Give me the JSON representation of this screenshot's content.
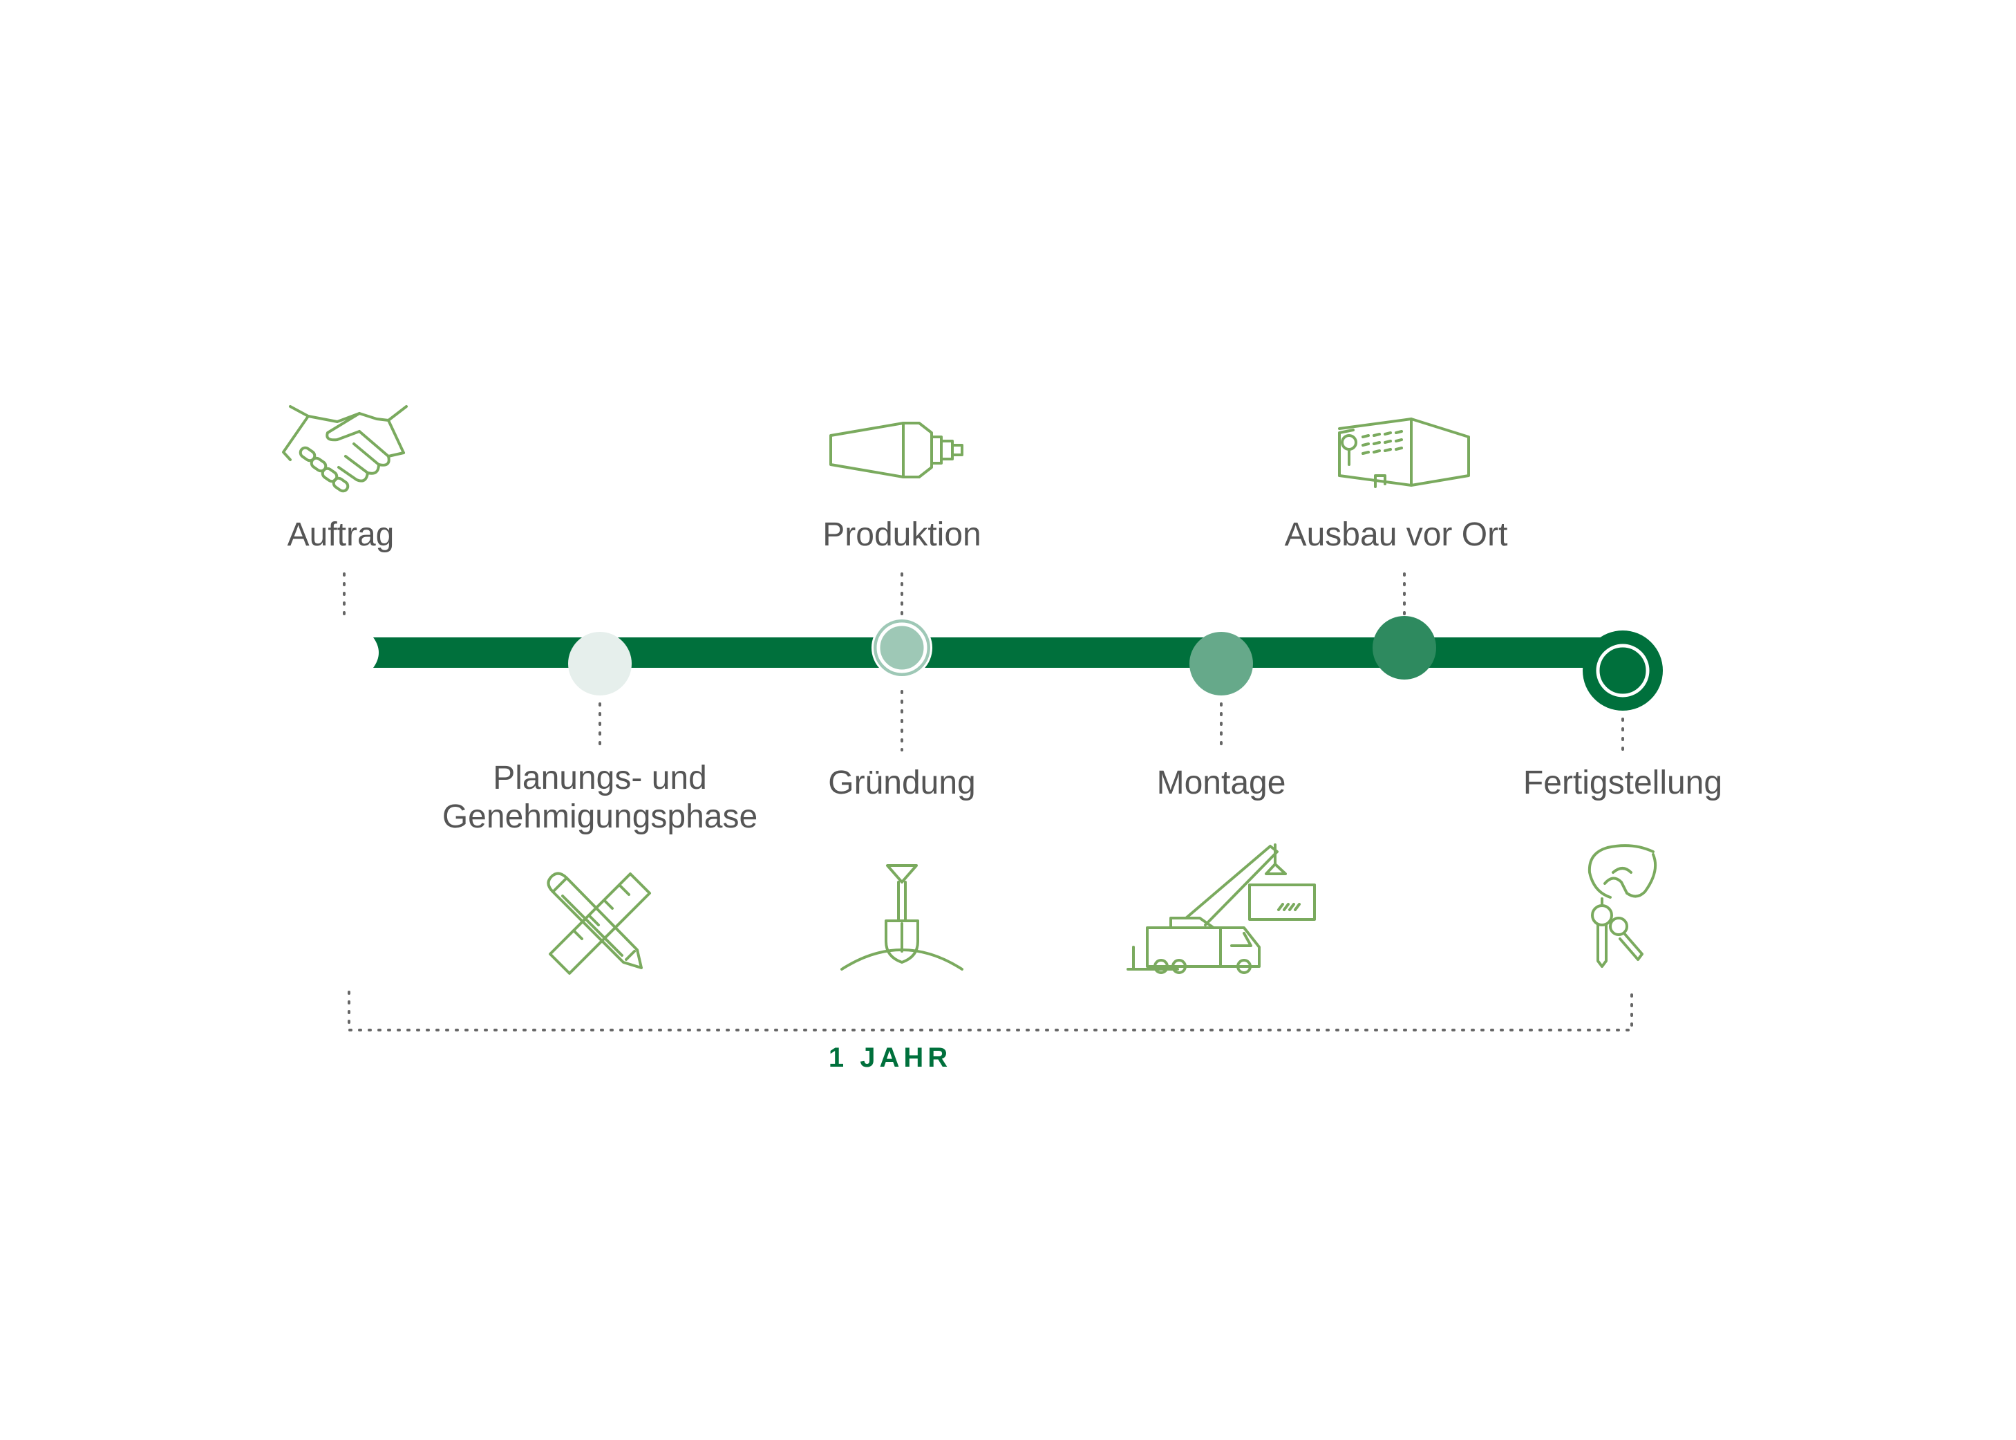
{
  "colors": {
    "bar": "#00703c",
    "icon": "#7aaa5e",
    "text": "#555555",
    "dots": "#666666",
    "accent": "#00703c"
  },
  "phases": [
    {
      "id": "auftrag",
      "label": "Auftrag",
      "icon": "handshake-icon"
    },
    {
      "id": "planung",
      "label_line1": "Planungs- und",
      "label_line2": "Genehmigungsphase",
      "icon": "ruler-pencil-icon",
      "marker_color": "#e6efec"
    },
    {
      "id": "produktion",
      "label": "Produktion",
      "icon": "module-production-icon"
    },
    {
      "id": "gruendung",
      "label": "Gründung",
      "icon": "shovel-icon",
      "marker_color": "#9ec8b6"
    },
    {
      "id": "montage",
      "label": "Montage",
      "icon": "crane-truck-icon",
      "marker_color": "#66a98a"
    },
    {
      "id": "ausbau",
      "label": "Ausbau vor Ort",
      "icon": "building-icon",
      "marker_color": "#2e8a5f"
    },
    {
      "id": "fertigstellung",
      "label": "Fertigstellung",
      "icon": "keys-hand-icon",
      "marker_color": "#00703c"
    }
  ],
  "duration_label": "1 JAHR"
}
